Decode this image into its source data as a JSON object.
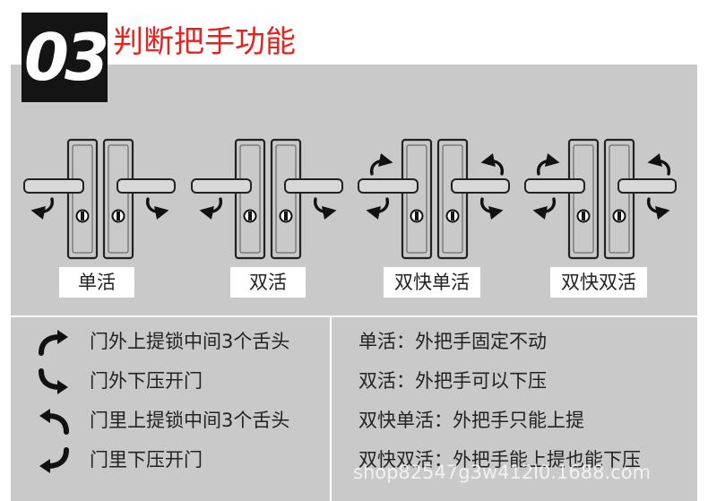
{
  "header": {
    "badge_number": "03",
    "title": "判断把手功能"
  },
  "diagram": {
    "lock_types": [
      {
        "label": "单活"
      },
      {
        "label": "双活"
      },
      {
        "label": "双快单活"
      },
      {
        "label": "双快双活"
      }
    ]
  },
  "legend": [
    {
      "icon": "curved-arrow-up-right-icon",
      "text": "门外上提锁中间3个舌头"
    },
    {
      "icon": "curved-arrow-down-right-icon",
      "text": "门外下压开门"
    },
    {
      "icon": "curved-arrow-up-left-icon",
      "text": "门里上提锁中间3个舌头"
    },
    {
      "icon": "curved-arrow-down-left-icon",
      "text": "门里下压开门"
    }
  ],
  "descriptions": [
    {
      "text": "单活：外把手固定不动"
    },
    {
      "text": "双活：外把手可以下压"
    },
    {
      "text": "双快单活：外把手只能上提"
    },
    {
      "text": "双快双活：外把手能上提也能下压"
    }
  ],
  "watermark": "shop82547g3w412l0.1688.com",
  "colors": {
    "title_red": "#e8221c",
    "panel_gray": "#c9c9c9",
    "badge_black": "#141414"
  }
}
